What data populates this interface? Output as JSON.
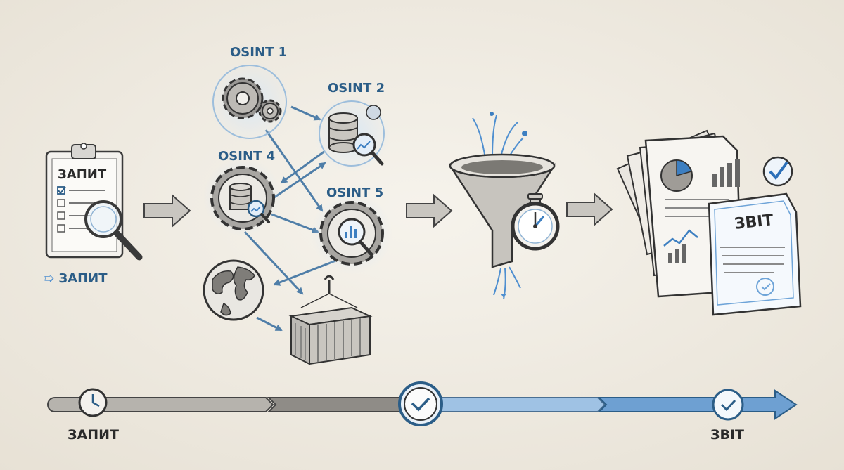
{
  "request": {
    "clipboard_title": "ЗАПИТ",
    "caption": "ЗАПИТ",
    "caption_arrow_icon": "arrow-right-icon"
  },
  "osint_nodes": [
    {
      "label": "OSINT 1",
      "icon": "gears-icon"
    },
    {
      "label": "OSINT 2",
      "icon": "database-search-icon"
    },
    {
      "label": "OSINT 4",
      "icon": "database-search-gear-icon"
    },
    {
      "label": "OSINT 5",
      "icon": "chart-search-gear-icon"
    }
  ],
  "other_sources": [
    {
      "icon": "globe-icon"
    },
    {
      "icon": "shipping-container-icon"
    }
  ],
  "filter": {
    "icons": [
      "funnel-icon",
      "stopwatch-icon"
    ]
  },
  "report": {
    "doc_title": "ЗВІТ",
    "icons": [
      "report-documents-icon",
      "check-badge-icon"
    ]
  },
  "timeline": {
    "start_label": "ЗАПИТ",
    "end_label": "ЗВІТ",
    "icons": [
      "clock-icon",
      "clock-check-icon",
      "clock-check-icon"
    ]
  },
  "colors": {
    "accent": "#2b5d87",
    "highlight": "#4f8fd0",
    "ink": "#3a3a3a",
    "paper": "#f1ede4"
  }
}
